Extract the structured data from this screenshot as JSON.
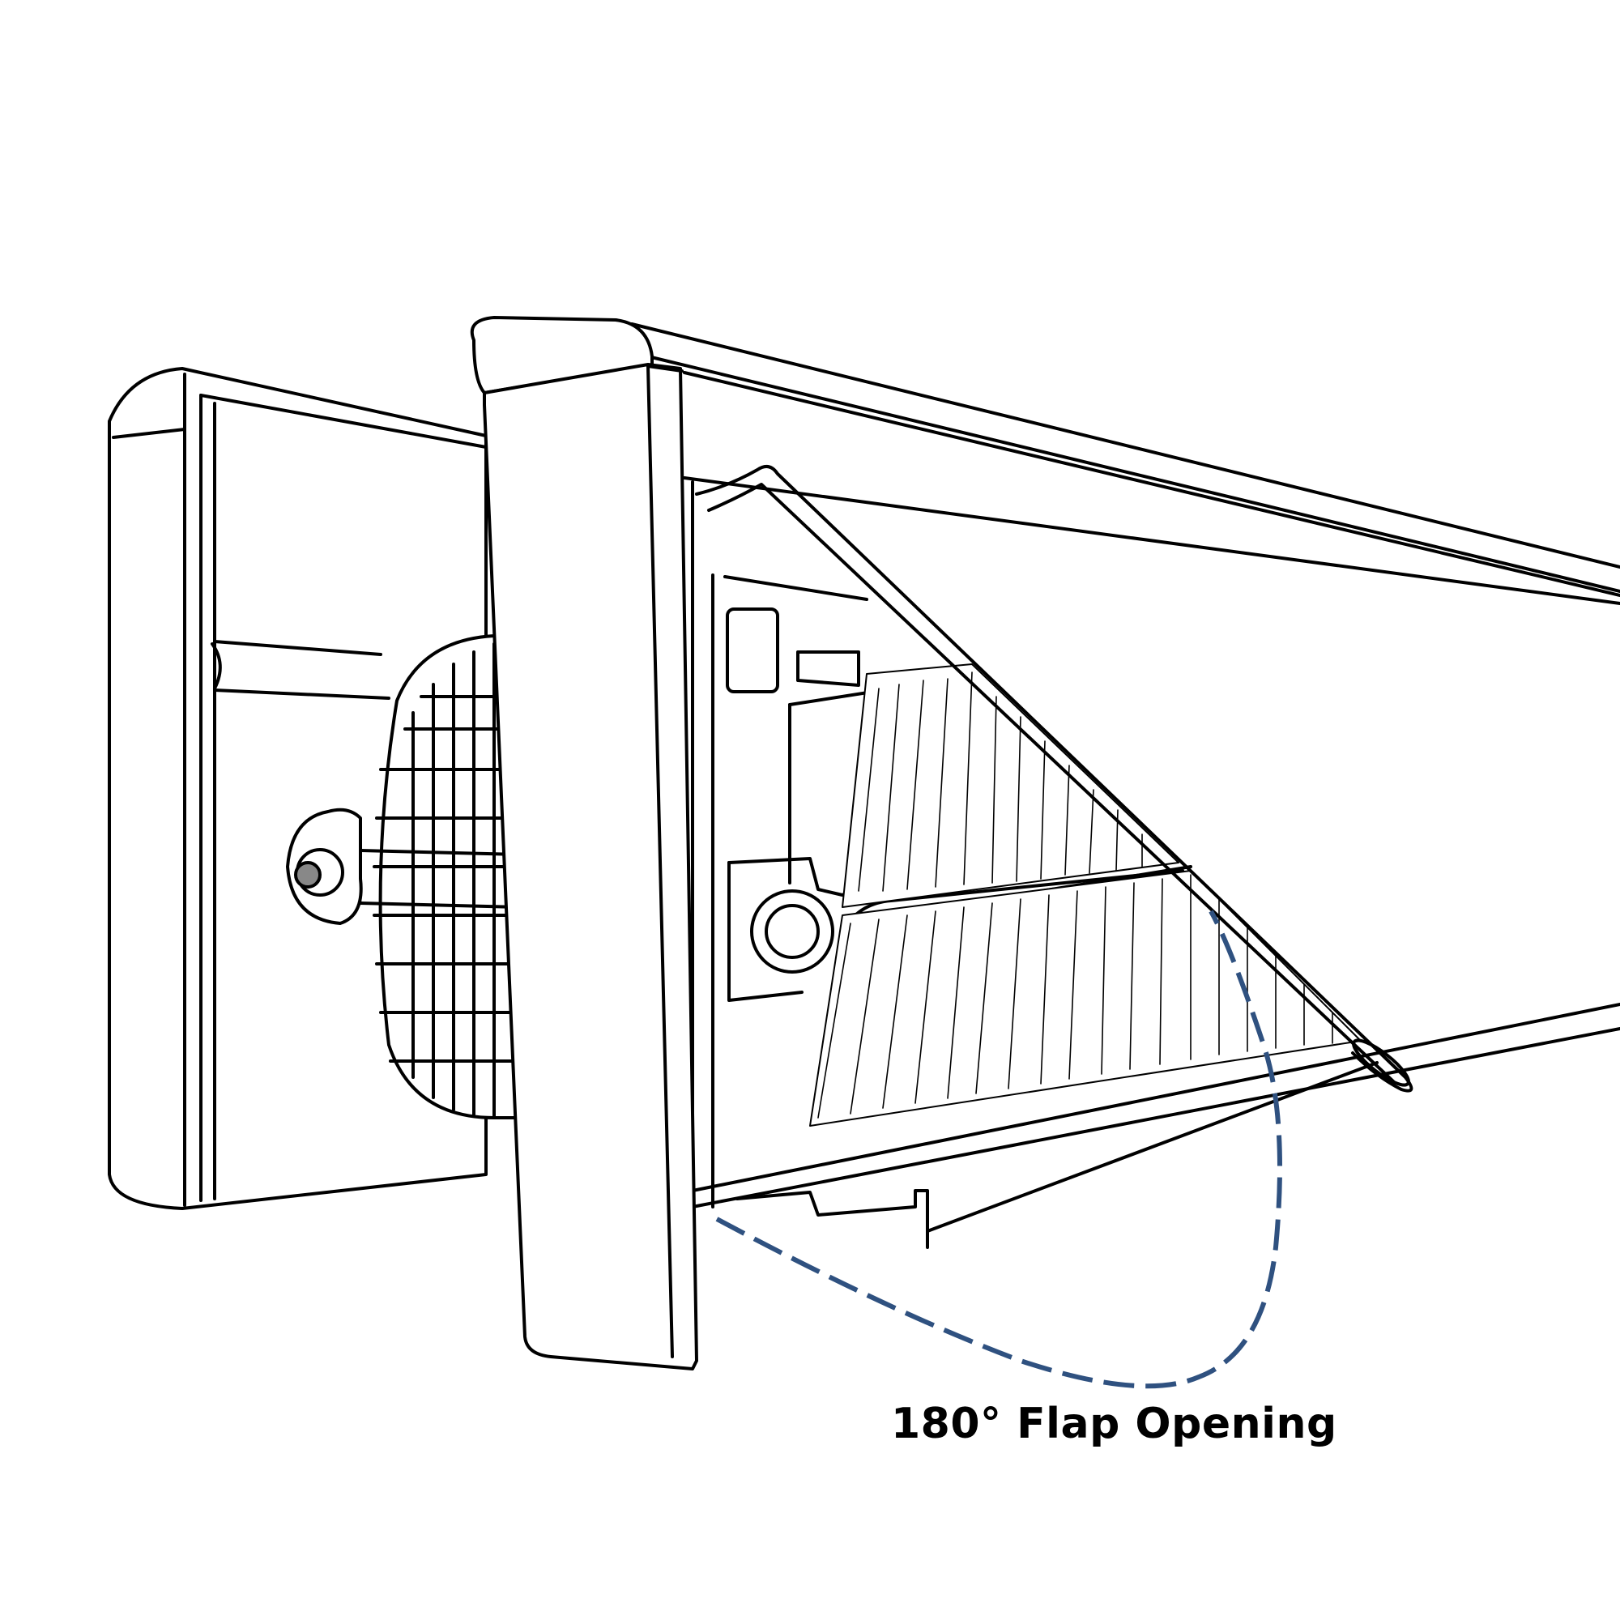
{
  "caption": {
    "text": "180° Flap Opening"
  },
  "colors": {
    "line_art": "#000000",
    "background": "#ffffff",
    "arc_accent": "#2f5180"
  },
  "illustration": {
    "subject": "letterbox-draught-excluder-with-brushes",
    "arc_style": "dashed"
  }
}
